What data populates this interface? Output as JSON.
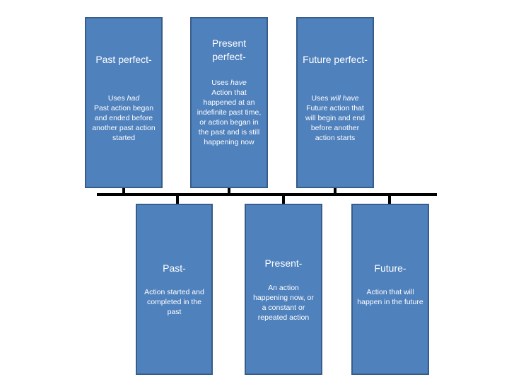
{
  "top_boxes": [
    {
      "title": "Past perfect-",
      "body_prefix": "Uses ",
      "body_em": "had",
      "body_rest": "Past action began and ended before another past action started"
    },
    {
      "title": "Present perfect-",
      "body_prefix": "Uses ",
      "body_em": "have",
      "body_rest": "Action that happened at an indefinite past time, or action began in the past and is still happening now"
    },
    {
      "title": "Future perfect-",
      "body_prefix": "Uses ",
      "body_em": "will have",
      "body_rest": "Future action that will begin and end before another action starts"
    }
  ],
  "bottom_boxes": [
    {
      "title": "Past-",
      "body": "Action started and completed in the past"
    },
    {
      "title": "Present-",
      "body": "An action happening now, or a constant or repeated action"
    },
    {
      "title": "Future-",
      "body": "Action that will happen in the future"
    }
  ],
  "colors": {
    "box_fill": "#4f81bd",
    "box_border": "#385d8a",
    "timeline": "#000000"
  }
}
